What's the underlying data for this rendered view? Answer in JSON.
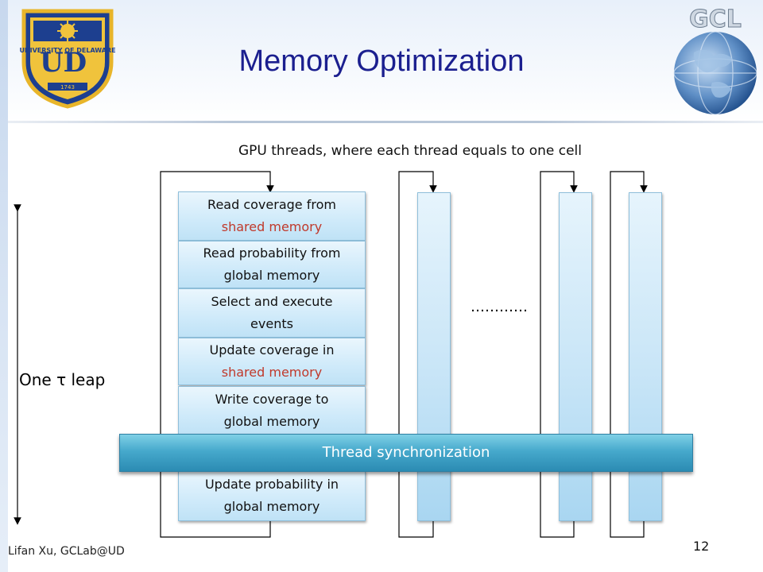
{
  "slide": {
    "title": "Memory Optimization",
    "caption": "GPU threads, where each thread equals to one cell",
    "leap_label": "One τ leap",
    "ellipsis": "…………",
    "footer": "Lifan Xu, GCLab@UD",
    "page_number": "12"
  },
  "logos": {
    "ud_text": "UNIVERSITY OF DELAWARE",
    "ud_year": "1743",
    "gcl_text": "GCL"
  },
  "steps": [
    {
      "line1": "Read coverage from",
      "line2": "shared memory",
      "highlight": true
    },
    {
      "line1": "Read probability from",
      "line2": "global memory",
      "highlight": false
    },
    {
      "line1": "Select and execute",
      "line2": "events",
      "highlight": false
    },
    {
      "line1": "Update coverage in",
      "line2": "shared memory",
      "highlight": true
    },
    {
      "line1": "Write coverage to",
      "line2": "global memory",
      "highlight": false
    },
    {
      "line1": "Update probability in",
      "line2": "global memory",
      "highlight": false
    }
  ],
  "sync_label": "Thread synchronization",
  "colors": {
    "title": "#1b1f8f",
    "highlight": "#c0392b",
    "sync_bar": "#2b8bb3"
  }
}
